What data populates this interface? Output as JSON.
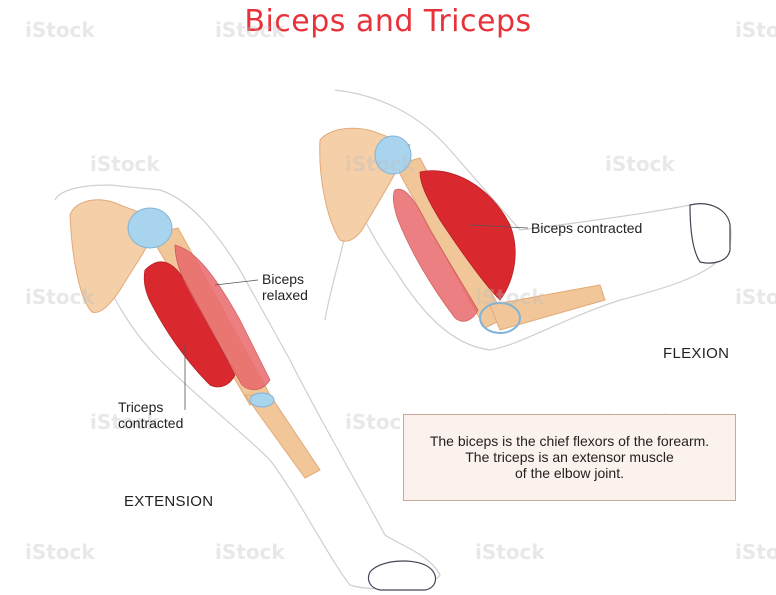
{
  "title": "Biceps and Triceps",
  "labels": {
    "biceps_relaxed_1": "Biceps",
    "biceps_relaxed_2": "relaxed",
    "triceps_contracted_1": "Triceps",
    "triceps_contracted_2": "contracted",
    "biceps_contracted": "Biceps contracted",
    "extension": "EXTENSION",
    "flexion": "FLEXION"
  },
  "note": {
    "line1": "The biceps is the chief flexors of the forearm.",
    "line2": "The triceps is an extensor muscle",
    "line3": "of the elbow joint."
  },
  "watermark": "iStock",
  "colors": {
    "title": "#e8323a",
    "muscle_contracted": "#d9292f",
    "muscle_relaxed": "#e9696c",
    "bone": "#f1c79a",
    "joint": "#a9d4ee"
  }
}
